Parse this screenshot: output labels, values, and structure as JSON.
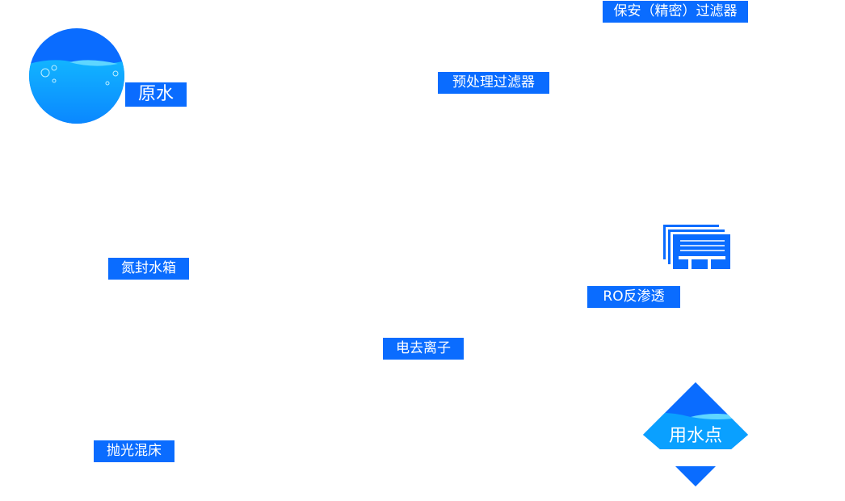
{
  "nodes": {
    "raw_water": "原水",
    "security_filter": "保安（精密）过滤器",
    "pretreatment_filter": "预处理过滤器",
    "nitrogen_tank": "氮封水箱",
    "ro": "RO反渗透",
    "edi": "电去离子",
    "polishing_bed": "抛光混床",
    "use_point": "用水点"
  },
  "colors": {
    "accent": "#0a6cff",
    "water": "#0aa0ff"
  }
}
